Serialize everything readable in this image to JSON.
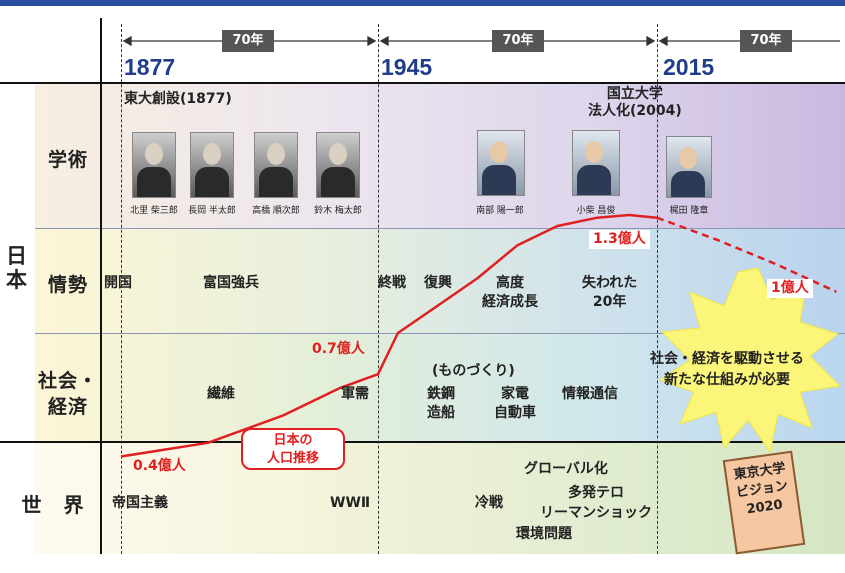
{
  "header": {
    "eras": [
      {
        "span": "70年"
      },
      {
        "span": "70年"
      },
      {
        "span": "70年"
      }
    ],
    "years": [
      "1877",
      "1945",
      "2015"
    ]
  },
  "rows": {
    "japan_label": "日本",
    "academic": "学術",
    "situation": "情勢",
    "society": "社会・\n経済",
    "world": "世　界"
  },
  "academic": {
    "founding": "東大創設(1877)",
    "incorporation": "国立大学\n法人化(2004)",
    "people": [
      {
        "name": "北里 柴三郎"
      },
      {
        "name": "長岡 半太郎"
      },
      {
        "name": "高橋 順次郎"
      },
      {
        "name": "鈴木 梅太郎"
      },
      {
        "name": "南部 陽一郎"
      },
      {
        "name": "小柴 昌俊"
      },
      {
        "name": "梶田 隆章"
      }
    ]
  },
  "situation": {
    "opening": "開国",
    "wealth": "富国強兵",
    "war_end": "終戦",
    "recovery": "復興",
    "growth": "高度\n経済成長",
    "lost": "失われた\n20年"
  },
  "society": {
    "textile": "繊維",
    "military": "軍需",
    "monozukuri": "(ものづくり)",
    "steel": "鉄鋼\n造船",
    "appliances": "家電\n自動車",
    "it": "情報通信",
    "new_mechanism": "社会・経済を駆動させる\n新たな仕組みが必要"
  },
  "world": {
    "imperialism": "帝国主義",
    "ww2": "WWⅡ",
    "cold_war": "冷戦",
    "global": "グローバル化",
    "terror": "多発テロ",
    "lehman": "リーマンショック",
    "environment": "環境問題",
    "vision": "東京大学\nビジョン\n2020"
  },
  "population": {
    "callout": "日本の\n人口推移",
    "labels": {
      "p1877": "0.4億人",
      "p1945": "0.7億人",
      "peak": "1.3億人",
      "future": "1億人"
    },
    "line_color": "#e02020"
  },
  "chart_data": {
    "type": "line",
    "title": "",
    "series": [
      {
        "name": "日本の人口推移",
        "x": [
          1877,
          1900,
          1920,
          1935,
          1945,
          1950,
          1960,
          1970,
          1980,
          1990,
          2000,
          2008,
          2015
        ],
        "values": [
          0.4,
          0.45,
          0.55,
          0.65,
          0.7,
          0.85,
          0.95,
          1.05,
          1.17,
          1.24,
          1.27,
          1.28,
          1.27
        ]
      },
      {
        "name": "projection",
        "x": [
          2015,
          2030,
          2045,
          2060
        ],
        "values": [
          1.27,
          1.19,
          1.1,
          1.0
        ],
        "style": "dashed"
      }
    ]
  }
}
